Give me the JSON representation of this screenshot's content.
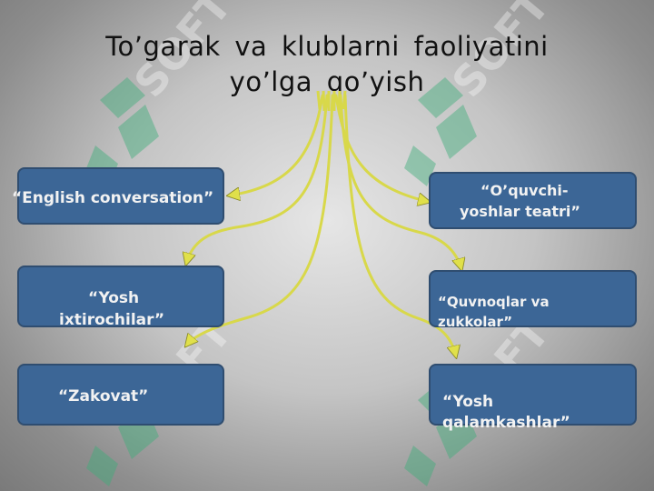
{
  "title": {
    "line1": "To’garak  va  klublarni  faoliyatini",
    "line2": "yo’lga  qo’yish"
  },
  "boxes": {
    "english": "“English conversation”",
    "yosh_ixtirochilar_1": "“Yosh",
    "yosh_ixtirochilar_2": "ixtirochilar”",
    "zakovat": "“Zakovat”",
    "oquvchi_1": "“O’quvchi-",
    "oquvchi_2": "yoshlar teatri”",
    "quvnoqlar_1": "“Quvnoqlar va",
    "quvnoqlar_2": "zukkolar”",
    "qalamkashlar_1": "“Yosh",
    "qalamkashlar_2": "qalamkashlar”"
  },
  "colors": {
    "box_fill": "#3c6696",
    "arrow": "#d8d84a",
    "watermark": "#3fae7a"
  }
}
